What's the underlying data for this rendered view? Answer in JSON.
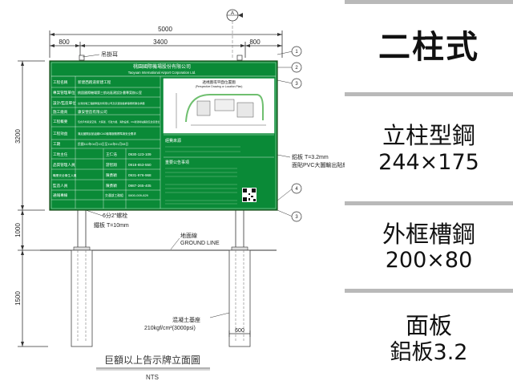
{
  "sidebar": {
    "title": "二柱式",
    "specs": [
      {
        "label": "立柱型鋼",
        "value": "244×175"
      },
      {
        "label": "外框槽鋼",
        "value": "200×80"
      },
      {
        "label": "面板",
        "value": "鋁板3.2"
      }
    ]
  },
  "drawing": {
    "dimensions": {
      "total_width": "5000",
      "left_offset": "800",
      "middle_span": "3400",
      "right_offset": "800",
      "board_height": "3200",
      "post_above_ground": "1000",
      "foundation_depth": "1500",
      "foundation_width": "600"
    },
    "callouts": {
      "lifting_ear": "吊掛耳",
      "bolt": "6分2\"螺栓",
      "base_plate": "鐵板 T=10mm",
      "panel_note_1": "鋁板 T=3.2mm",
      "panel_note_2": "面貼PVC大圖輸出貼紙",
      "ground_cn": "地面線",
      "ground_en": "GROUND LINE",
      "concrete_1": "混凝土基座",
      "concrete_2": "210kgf/cm²(3000psi)"
    },
    "markers": [
      "A",
      "1",
      "2",
      "3",
      "4",
      "3"
    ],
    "title": "巨額以上告示牌立面圖",
    "scale": "NTS",
    "sign": {
      "header_cn": "桃園國際機場股份有限公司",
      "header_en": "Taoyuan International Airport Corporation Ltd.",
      "rows": [
        {
          "label": "工程名稱",
          "value": "新建西跑道新建工程"
        },
        {
          "label": "專案管理單位",
          "value": "桃園國際機場第三航站區建設計畫專案辦公室"
        },
        {
          "label": "設計/監造單位",
          "value": "台灣世曦工程顧問股份有限公司及宗邁建築師事務所聯合承攬"
        },
        {
          "label": "施工廠商",
          "value": "康安營造有限公司"
        },
        {
          "label": "工程概要",
          "value": "包含戶外跑道空間、大客運、行政大樓、消防設施、FG新建場站擴建及改善單位"
        },
        {
          "label": "工程效益",
          "value": "滿足國際民航組織ICAO機場服務標準與安全需求"
        },
        {
          "label": "工期",
          "value": "民國112年04月10日至114年01月08日"
        }
      ],
      "contacts": [
        {
          "role": "工地主任",
          "name": "王仁浩",
          "phone": "0930-123-109"
        },
        {
          "role": "品質管理人員",
          "name": "游智翔",
          "phone": "0918-653-550"
        },
        {
          "role": "職業安全衛生人員",
          "name": "陳勇穎",
          "phone": "0931-976-968"
        },
        {
          "role": "監造人員",
          "name": "陳勇穎",
          "phone": "0987-265-405"
        },
        {
          "role": "通報專線",
          "name": "交通部工務組",
          "phone": "0800-009-829"
        }
      ],
      "map_title_cn": "透視圖或平面位置圖",
      "map_title_en": "(Perspective Drawing or Location Plan)",
      "budget_title": "經費來源",
      "notice_title": "重要公告事項"
    }
  }
}
